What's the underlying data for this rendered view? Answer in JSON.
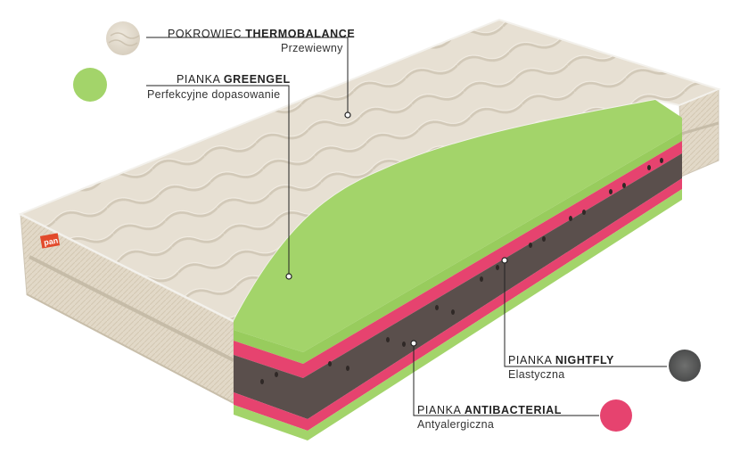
{
  "brand_badge": "pan",
  "colors": {
    "cover": "#e6dfd2",
    "greengel": "#a3d46a",
    "antibacterial": "#e6436f",
    "nightfly": "#5a4f4c",
    "line": "#222222"
  },
  "labels": [
    {
      "prefix": "POKROWIEC",
      "name": "THERMOBALANCE",
      "subtitle": "Przewiewny",
      "swatch_icon": "quilted-fabric-swatch-icon"
    },
    {
      "prefix": "PIANKA",
      "name": "GREENGEL",
      "subtitle": "Perfekcyjne dopasowanie",
      "swatch_icon": "green-foam-swatch-icon"
    },
    {
      "prefix": "PIANKA",
      "name": "NIGHTFLY",
      "subtitle": "Elastyczna",
      "swatch_icon": "grey-foam-swatch-icon"
    },
    {
      "prefix": "PIANKA",
      "name": "ANTIBACTERIAL",
      "subtitle": "Antyalergiczna",
      "swatch_icon": "pink-foam-swatch-icon"
    }
  ]
}
